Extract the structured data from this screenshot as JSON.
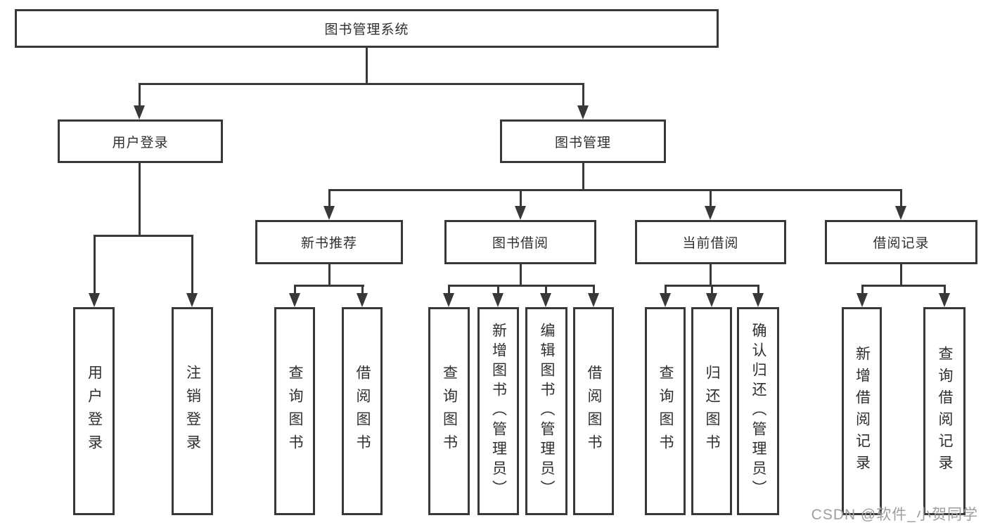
{
  "title": "图书管理系统",
  "level2": {
    "user_login": "用户登录",
    "book_management": "图书管理"
  },
  "level3": {
    "new_book_recommendation": "新书推荐",
    "book_borrowing": "图书借阅",
    "current_borrowing": "当前借阅",
    "borrowing_records": "借阅记录"
  },
  "leaves": {
    "user_login": [
      "用户登录",
      "注销登录"
    ],
    "new_book_recommendation": [
      "查询图书",
      "借阅图书"
    ],
    "book_borrowing": [
      "查询图书",
      "新增图书（管理员）",
      "编辑图书（管理员）",
      "借阅图书"
    ],
    "current_borrowing": [
      "查询图书",
      "归还图书",
      "确认归还（管理员）"
    ],
    "borrowing_records": [
      "新增借阅记录",
      "查询借阅记录"
    ]
  },
  "watermark": "CSDN @软件_小贺同学",
  "colors": {
    "line": "#383838",
    "text": "#2f2f2f",
    "background": "#ffffff",
    "watermark": "#9e9e9e"
  }
}
